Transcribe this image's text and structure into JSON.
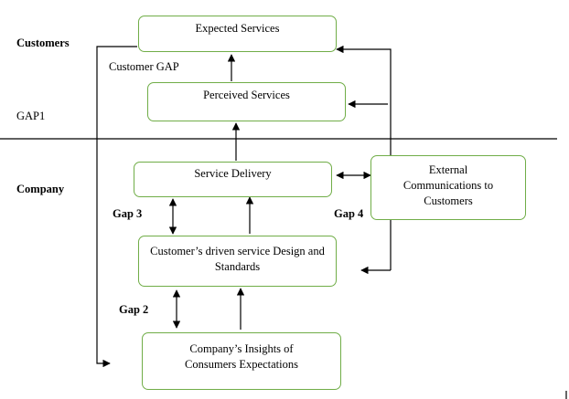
{
  "labels": {
    "customers": "Customers",
    "customer_gap": "Customer GAP",
    "gap1": "GAP1",
    "company": "Company",
    "gap3": "Gap 3",
    "gap4": "Gap 4",
    "gap2": "Gap 2"
  },
  "boxes": {
    "expected_services": "Expected Services",
    "perceived_services": "Perceived Services",
    "service_delivery": "Service Delivery",
    "external_communications": "External Communications to Customers",
    "service_design": "Customer’s driven service Design and Standards",
    "company_insights": "Company’s Insights of Consumers Expectations"
  },
  "colors": {
    "box_border": "#70ad47",
    "lines": "#000000"
  }
}
